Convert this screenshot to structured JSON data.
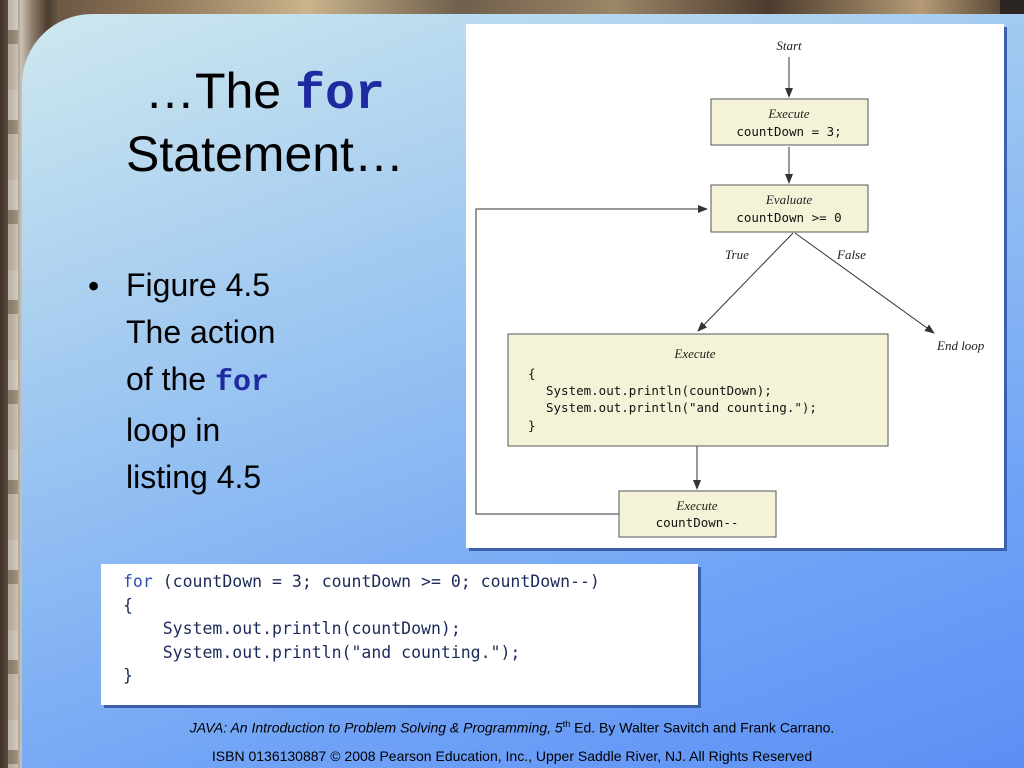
{
  "slide": {
    "title_prefix": "…The ",
    "title_keyword": "for",
    "title_suffix": "Statement…",
    "bullet": "•",
    "bullet_line1": "Figure 4.5",
    "bullet_line2": "The action",
    "bullet_line3_pre": "of the ",
    "bullet_keyword": "for",
    "bullet_line4": "loop in",
    "bullet_line5": "listing 4.5"
  },
  "flowchart": {
    "start": "Start",
    "init_caption": "Execute",
    "init_code": "countDown = 3;",
    "eval_caption": "Evaluate",
    "eval_code": "countDown >= 0",
    "true_label": "True",
    "false_label": "False",
    "end_label": "End loop",
    "body_caption": "Execute",
    "body_line1": "{",
    "body_line2": "System.out.println(countDown);",
    "body_line3": "System.out.println(\"and counting.\");",
    "body_line4": "}",
    "update_caption": "Execute",
    "update_code": "countDown--",
    "box_fill": "#f5f3d7"
  },
  "listing": {
    "line1_kw": "for",
    "line1_rest": " (countDown = 3; countDown >= 0; countDown--)",
    "line2": "{",
    "line3": "    System.out.println(countDown);",
    "line4": "    System.out.println(\"and counting.\");",
    "line5": "}"
  },
  "footer": {
    "book_title": "JAVA: An Introduction to Problem Solving & Programming, 5",
    "book_sup": "th",
    "book_rest": " Ed. By Walter Savitch and Frank Carrano.",
    "isbn": "ISBN 0136130887 © 2008 Pearson Education, Inc., Upper Saddle River, NJ. All Rights Reserved"
  }
}
